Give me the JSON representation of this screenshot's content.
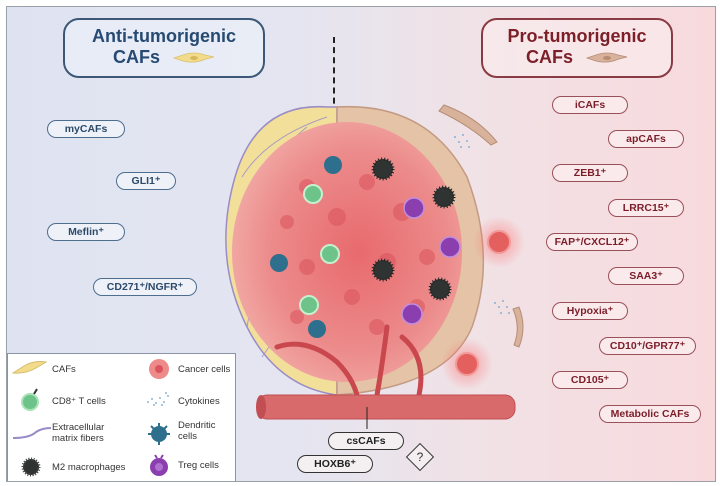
{
  "titles": {
    "anti": "Anti-tumorigenic CAFs",
    "anti_line1": "Anti-tumorigenic",
    "anti_line2": "CAFs",
    "pro": "Pro-tumorigenic CAFs",
    "pro_line1": "Pro-tumorigenic",
    "pro_line2": "CAFs"
  },
  "anti_tumorigenic_subtypes": [
    "myCAFs",
    "GLI1⁺",
    "Meflin⁺",
    "CD271⁺/NGFR⁺"
  ],
  "pro_tumorigenic_subtypes": [
    "iCAFs",
    "apCAFs",
    "ZEB1⁺",
    "LRRC15⁺",
    "FAP⁺/CXCL12⁺",
    "SAA3⁺",
    "Hypoxia⁺",
    "CD10⁺/GPR77⁺",
    "CD105⁺",
    "Metabolic CAFs"
  ],
  "uncertain_subtypes": [
    "csCAFs",
    "HOXB6⁺"
  ],
  "uncertain_marker": "?",
  "legend": [
    {
      "icon": "caf-cell-icon",
      "label": "CAFs"
    },
    {
      "icon": "cancer-cell-icon",
      "label": "Cancer cells"
    },
    {
      "icon": "cd8-t-cell-icon",
      "label": "CD8⁺ T cells"
    },
    {
      "icon": "cytokines-icon",
      "label": "Cytokines"
    },
    {
      "icon": "ecm-fiber-icon",
      "label": "Extracellular matrix fibers",
      "label_line1": "Extracellular",
      "label_line2": "matrix fibers"
    },
    {
      "icon": "dendritic-cell-icon",
      "label": "Dendritic cells",
      "label_line1": "Dendritic",
      "label_line2": "cells"
    },
    {
      "icon": "m2-macrophage-icon",
      "label": "M2 macrophages"
    },
    {
      "icon": "treg-cell-icon",
      "label": "Treg cells"
    }
  ],
  "colors": {
    "anti_accent": "#274a72",
    "pro_accent": "#7c1f28",
    "cancer": "#e0666c",
    "vessel": "#c9484e",
    "cd8": "#6ec38a",
    "dendritic": "#2d6f8c",
    "m2": "#2f3433",
    "treg": "#8b3fae",
    "caf_yellow": "#f2dc8c",
    "caf_tan": "#d8b29a"
  }
}
